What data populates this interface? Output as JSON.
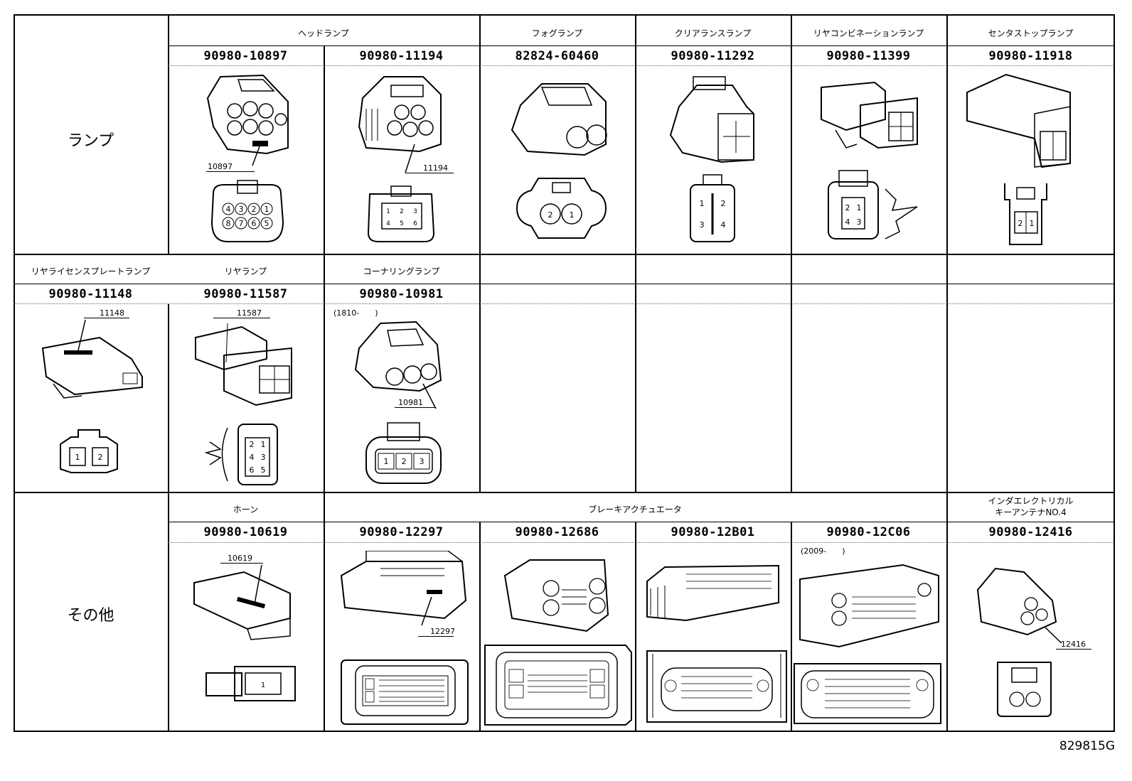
{
  "sections": [
    {
      "label": "ランプ",
      "groups": [
        {
          "category": "ヘッドランプ",
          "parts": [
            "90980-10897",
            "90980-11194"
          ]
        },
        {
          "category": "フォグランプ",
          "parts": [
            "82824-60460"
          ]
        },
        {
          "category": "クリアランスランプ",
          "parts": [
            "90980-11292"
          ]
        },
        {
          "category": "リヤコンビネーションランプ",
          "parts": [
            "90980-11399"
          ]
        },
        {
          "category": "センタストップランプ",
          "parts": [
            "90980-11918"
          ]
        }
      ],
      "callouts": [
        "10897",
        "11194"
      ]
    },
    {
      "label": "",
      "groups": [
        {
          "category": "リヤライセンスプレートランプ",
          "parts": [
            "90980-11148"
          ]
        },
        {
          "category": "リヤランプ",
          "parts": [
            "90980-11587"
          ]
        },
        {
          "category": "コーナリングランプ",
          "parts": [
            "90980-10981"
          ]
        }
      ],
      "callouts": [
        "11148",
        "11587",
        "10981"
      ],
      "note": "(1810-　　)"
    },
    {
      "label": "その他",
      "groups": [
        {
          "category": "ホーン",
          "parts": [
            "90980-10619"
          ]
        },
        {
          "category": "ブレーキアクチュエータ",
          "parts": [
            "90980-12297",
            "90980-12686",
            "90980-12B01",
            "90980-12C06"
          ]
        },
        {
          "category_line1": "インダエレクトリカル",
          "category_line2": "キーアンテナNO.4",
          "parts": [
            "90980-12416"
          ]
        }
      ],
      "callouts": [
        "10619",
        "12297",
        "12416"
      ],
      "note": "(2009-　　)"
    }
  ],
  "pin_labels": {
    "p10897": [
      "4",
      "3",
      "2",
      "1",
      "8",
      "7",
      "6",
      "5"
    ],
    "p11194": [
      "1",
      "2",
      "3",
      "4",
      "5",
      "6"
    ],
    "p60460": [
      "2",
      "1"
    ],
    "p11292": [
      "1",
      "2",
      "3",
      "4"
    ],
    "p11399": [
      "2",
      "1",
      "4",
      "3"
    ],
    "p11918": [
      "2",
      "1"
    ],
    "p11148": [
      "1",
      "2"
    ],
    "p11587": [
      "2",
      "1",
      "4",
      "3",
      "6",
      "5"
    ],
    "p10981": [
      "1",
      "2",
      "3"
    ],
    "p10619": [
      "1"
    ]
  },
  "document_id": "829815G"
}
